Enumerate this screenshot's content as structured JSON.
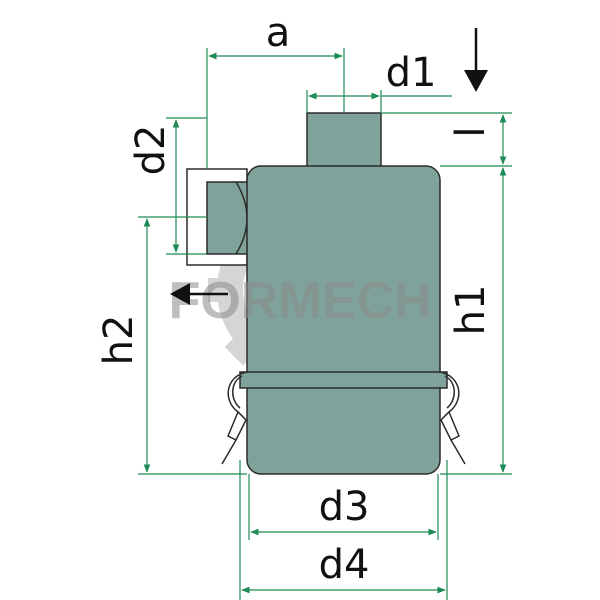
{
  "colors": {
    "body_fill": "#7fa39a",
    "dim_line": "#1e8a55",
    "outline": "#2b2b2b",
    "watermark": "#8a8a8a"
  },
  "labels": {
    "a": "a",
    "d1": "d1",
    "d2": "d2",
    "l": "l",
    "h1": "h1",
    "h2": "h2",
    "d3": "d3",
    "d4": "d4"
  },
  "watermark": {
    "text": "FORMECH",
    "icon": "gear-icon"
  },
  "arrows": {
    "inlet": "arrow-down-icon",
    "outlet": "arrow-left-icon"
  }
}
